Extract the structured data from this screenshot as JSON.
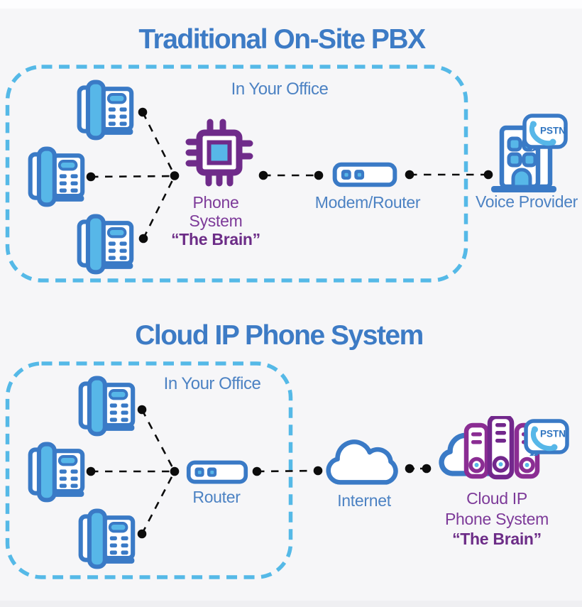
{
  "colors": {
    "background": "#f6f6f8",
    "title_blue": "#3d7bc5",
    "label_blue": "#4c82c3",
    "icon_blue": "#3a7ac6",
    "light_blue": "#57b7e8",
    "box_dash_blue": "#55b9e7",
    "chip_purple": "#6f2b8a",
    "server_purple": "#8b2d93",
    "text_purple": "#7d3a99",
    "line_black": "#0c0c0c"
  },
  "sections": [
    {
      "title": "Traditional On-Site PBX",
      "office_label": "In Your Office",
      "phones_count": 3,
      "nodes": {
        "phone_system": {
          "label_lines": [
            "Phone",
            "System",
            "“The Brain”"
          ]
        },
        "modem_router": {
          "label": "Modem/Router"
        },
        "voice_provider": {
          "label": "Voice Provider",
          "badge": "PSTN"
        }
      }
    },
    {
      "title": "Cloud IP Phone System",
      "office_label": "In Your Office",
      "phones_count": 3,
      "nodes": {
        "router": {
          "label": "Router"
        },
        "internet": {
          "label": "Internet"
        },
        "cloud_phone_system": {
          "label_lines": [
            "Cloud IP",
            "Phone System",
            "“The Brain”"
          ],
          "badge": "PSTN"
        }
      }
    }
  ]
}
